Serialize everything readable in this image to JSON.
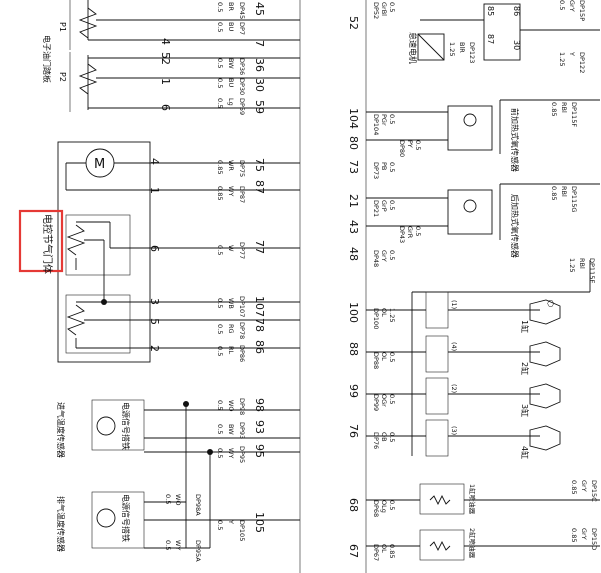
{
  "highlight_color": "#e53935",
  "left_section": {
    "p1": "P1",
    "p2": "P2",
    "dip_label": "电子油门踏板",
    "throttle_label": "电控节气门体",
    "motor_symbol": "M",
    "motor_pin_top": "4",
    "motor_pin_bottom": "1",
    "pin_6": "6",
    "pin_3": "3",
    "pin_5": "5",
    "pin_2": "2",
    "pedal_pins": [
      "4",
      "5",
      "2",
      "1",
      "6"
    ],
    "wires": [
      {
        "num": "45",
        "code": "DP45",
        "color": "BR",
        "size": "0.5"
      },
      {
        "num": "7",
        "code": "DP7",
        "color": "BU",
        "size": "0.5"
      },
      {
        "num": "36",
        "code": "DP36",
        "color": "BW",
        "size": "0.5"
      },
      {
        "num": "30",
        "code": "DP30",
        "color": "BU",
        "size": "0.5"
      },
      {
        "num": "59",
        "code": "DP59",
        "color": "Lg",
        "size": "0.5"
      },
      {
        "num": "75",
        "code": "DP75",
        "color": "WR",
        "size": "0.85"
      },
      {
        "num": "87",
        "code": "DP87",
        "color": "WY",
        "size": "0.85"
      },
      {
        "num": "77",
        "code": "DP77",
        "color": "W",
        "size": "0.5"
      },
      {
        "num": "107",
        "code": "DP107",
        "color": "WB",
        "size": "0.5"
      },
      {
        "num": "78",
        "code": "DP78",
        "color": "RG",
        "size": "0.5"
      },
      {
        "num": "86",
        "code": "DP86",
        "color": "RL",
        "size": "0.5"
      }
    ],
    "sensor_top_label": "电源信号搭铁",
    "sensor_bottom_label": "电源信号搭铁",
    "sensor_top_name": "进气温度传感器",
    "sensor_bottom_name": "排气温度传感器",
    "sensor_wires_top": [
      {
        "num": "98",
        "code": "DP98",
        "color": "WO",
        "size": "0.5"
      },
      {
        "num": "93",
        "code": "DP93",
        "color": "BW",
        "size": "0.5"
      },
      {
        "num": "95",
        "code": "DP95",
        "color": "WY",
        "size": "0.5"
      }
    ],
    "sensor_wires_bottom": [
      {
        "code": "DP98A",
        "color": "WO",
        "size": "0.5"
      },
      {
        "code": "DP95A",
        "color": "WY",
        "size": "0.5"
      },
      {
        "num": "105",
        "code": "DP105",
        "color": "Y",
        "size": "0.5"
      }
    ]
  },
  "right_section": {
    "relay_pins": [
      "85",
      "86",
      "87",
      "30"
    ],
    "relay_code": "DP15P",
    "relay_wire_color": "GrY",
    "relay_wire_size": "0.5",
    "wire_52": "52",
    "wire_52_code": "DP52",
    "wire_52_color": "GrBl",
    "wire_52_size": "0.5",
    "motor_label": "怠速电机",
    "dp123": "DP123",
    "dp123_color": "BlR",
    "dp123_size": "1.25",
    "dp122": "DP122",
    "dp122_color": "Y",
    "dp122_size": "1.25",
    "rb_wire_1": {
      "code": "DP115F",
      "color": "RBl",
      "size": "0.85"
    },
    "rb_wire_2": {
      "code": "DP115G",
      "color": "RBl",
      "size": "0.85"
    },
    "rb_wire_3": {
      "code": "DP115E",
      "color": "RBl",
      "size": "1.25"
    },
    "heater_front": "前加热式氧传感器",
    "heater_rear": "后加热式氧传感器",
    "o2_wires": [
      {
        "num": "104",
        "code": "DP104",
        "color": "PGr",
        "size": "0.5"
      },
      {
        "num": "80",
        "code": "DP80",
        "color": "PY",
        "size": "0.5"
      },
      {
        "num": "73",
        "code": "DP73",
        "color": "PB",
        "size": "0.5"
      },
      {
        "num": "21",
        "code": "DP21",
        "color": "GrP",
        "size": "0.5"
      },
      {
        "num": "43",
        "code": "DP43",
        "color": "GrR",
        "size": "0.5"
      },
      {
        "num": "48",
        "code": "DP48",
        "color": "GrY",
        "size": "0.5"
      }
    ],
    "coil_wires": [
      {
        "num": "100",
        "code": "DP100",
        "color": "OL",
        "size": "1.25"
      },
      {
        "num": "88",
        "code": "DP88",
        "color": "OL",
        "size": "0.5"
      },
      {
        "num": "99",
        "code": "DP99",
        "color": "OGr",
        "size": "0.5"
      },
      {
        "num": "76",
        "code": "DP76",
        "color": "OB",
        "size": "0.5"
      }
    ],
    "coils": [
      "(1)",
      "(4)",
      "(2)",
      "(3)"
    ],
    "cylinders": [
      "1缸",
      "2缸",
      "3缸",
      "4缸"
    ],
    "injector_wires": [
      {
        "num": "68",
        "code": "DP68",
        "color": "OLg",
        "size": "0.5"
      },
      {
        "num": "67",
        "code": "DP67",
        "color": "OL",
        "size": "0.85"
      }
    ],
    "injector_1": "1缸喷油器",
    "injector_2": "2缸喷油器",
    "dp15c": {
      "code": "DP15C",
      "color": "GrY",
      "size": "0.85"
    },
    "dp15d": {
      "code": "DP15D",
      "color": "GrY",
      "size": "0.85"
    }
  }
}
